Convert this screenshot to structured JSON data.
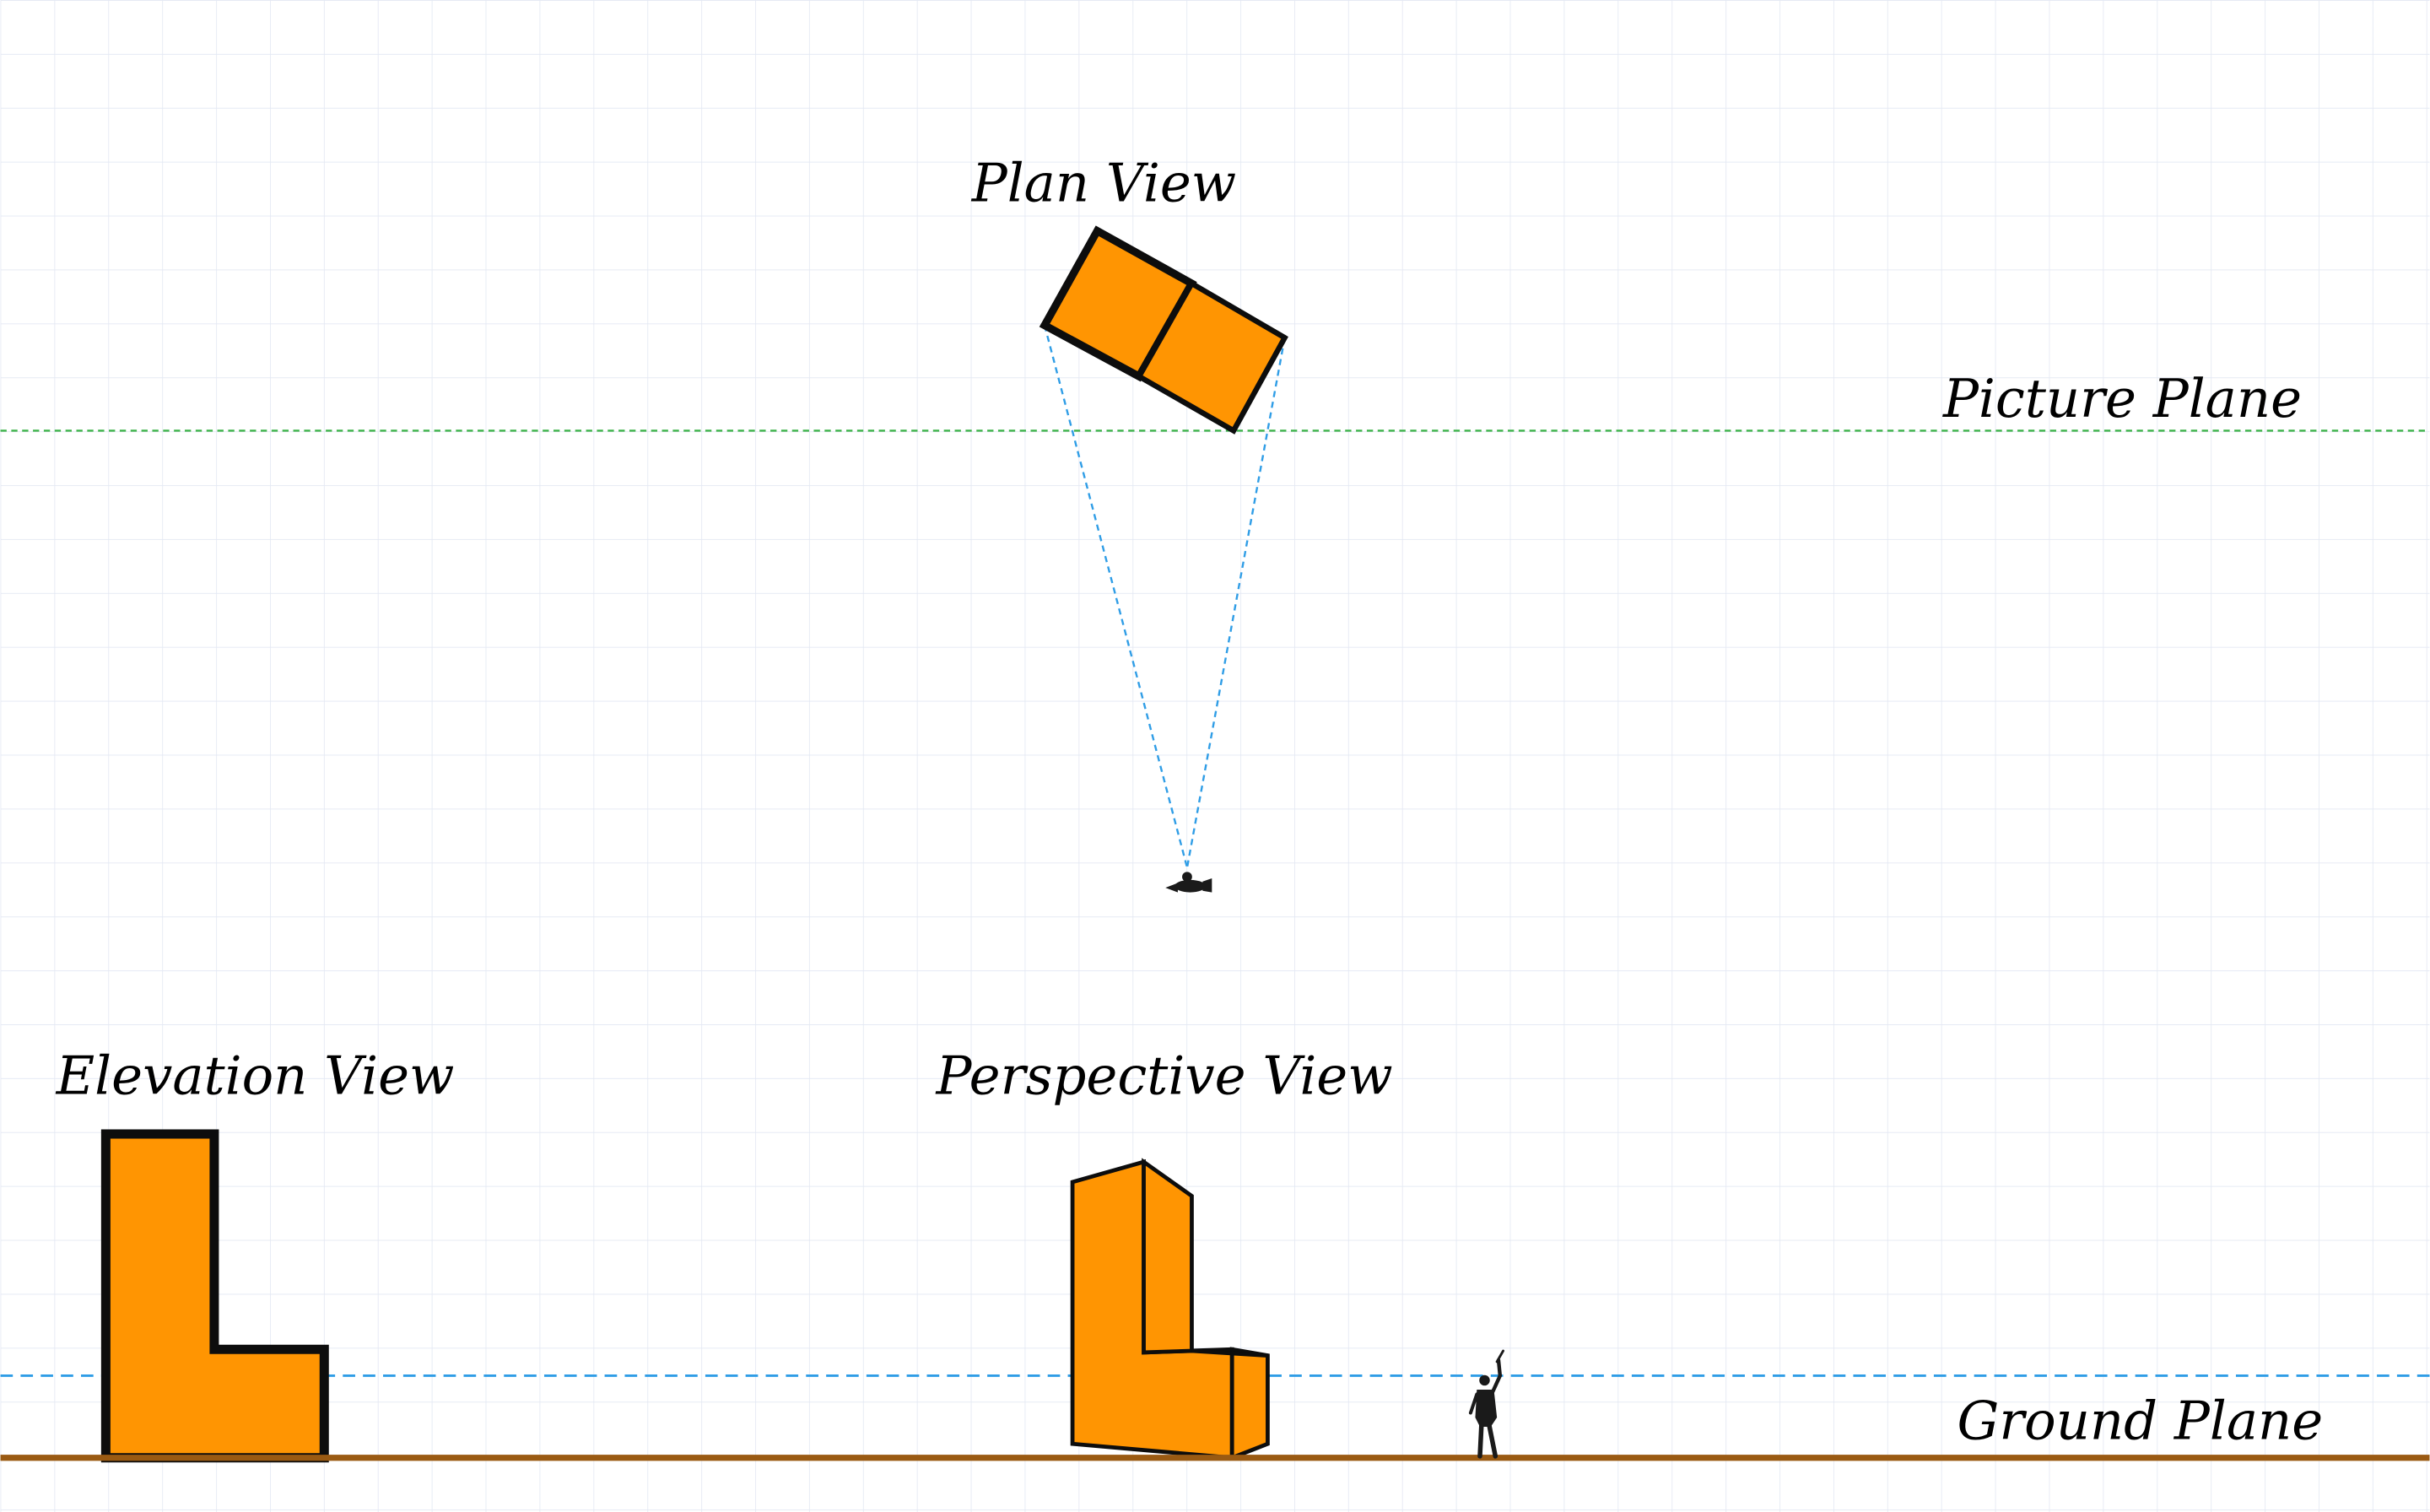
{
  "labels": {
    "plan_view": "Plan View",
    "picture_plane": "Picture Plane",
    "elevation_view": "Elevation View",
    "perspective_view": "Perspective View",
    "ground_plane": "Ground Plane"
  },
  "colors": {
    "background": "#ffffff",
    "grid": "#e3e8f3",
    "block_fill": "#ff9502",
    "outline": "#0d0d0d",
    "picture_plane_line": "#3db34a",
    "sight_lines": "#2f9de6",
    "ground_line": "#9a5a12",
    "figure": "#1a1a1a"
  },
  "icons": {
    "observer_in_plan": "standing-person-top-icon",
    "scale_figure": "standing-person-icon"
  }
}
